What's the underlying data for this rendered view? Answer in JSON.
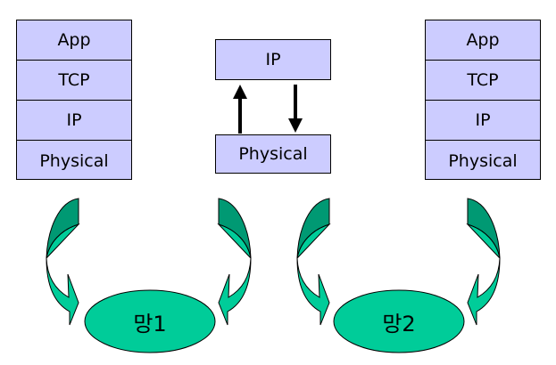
{
  "host_left": {
    "layers": [
      "App",
      "TCP",
      "IP",
      "Physical"
    ]
  },
  "router": {
    "top_layer": "IP",
    "bottom_layer": "Physical"
  },
  "host_right": {
    "layers": [
      "App",
      "TCP",
      "IP",
      "Physical"
    ]
  },
  "networks": [
    {
      "label": "망1"
    },
    {
      "label": "망2"
    }
  ],
  "colors": {
    "layer_fill": "#ccccff",
    "ellipse_fill": "#00cc99",
    "arrow_dark": "#009973",
    "arrow_light": "#00cc99",
    "outline": "#000000"
  }
}
